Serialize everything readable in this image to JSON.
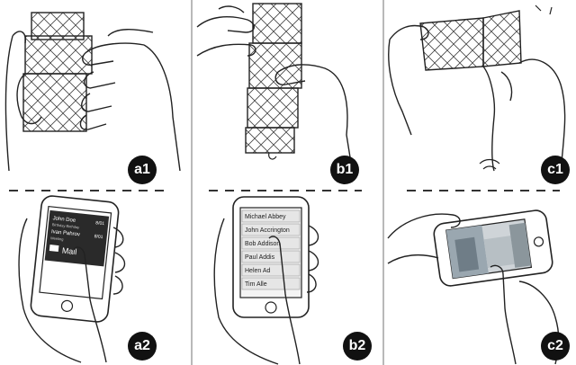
{
  "panels": [
    {
      "id": "a1",
      "label": "a1"
    },
    {
      "id": "b1",
      "label": "b1"
    },
    {
      "id": "c1",
      "label": "c1"
    },
    {
      "id": "a2",
      "label": "a2"
    },
    {
      "id": "b2",
      "label": "b2"
    },
    {
      "id": "c2",
      "label": "c2"
    }
  ],
  "a2_screen": {
    "contacts": [
      {
        "name": "John Doe",
        "sub": "Birthday Birthday",
        "time": "8/01"
      },
      {
        "name": "Ivan Pahrov",
        "sub": "Meeting",
        "time": "8/01"
      }
    ],
    "mail_label": "Mail"
  },
  "b2_screen": {
    "names": [
      "Michael Abbey",
      "John Accrington",
      "Bob Addison",
      "Paul Addis",
      "Helen Ad",
      "Tim Alle"
    ]
  }
}
